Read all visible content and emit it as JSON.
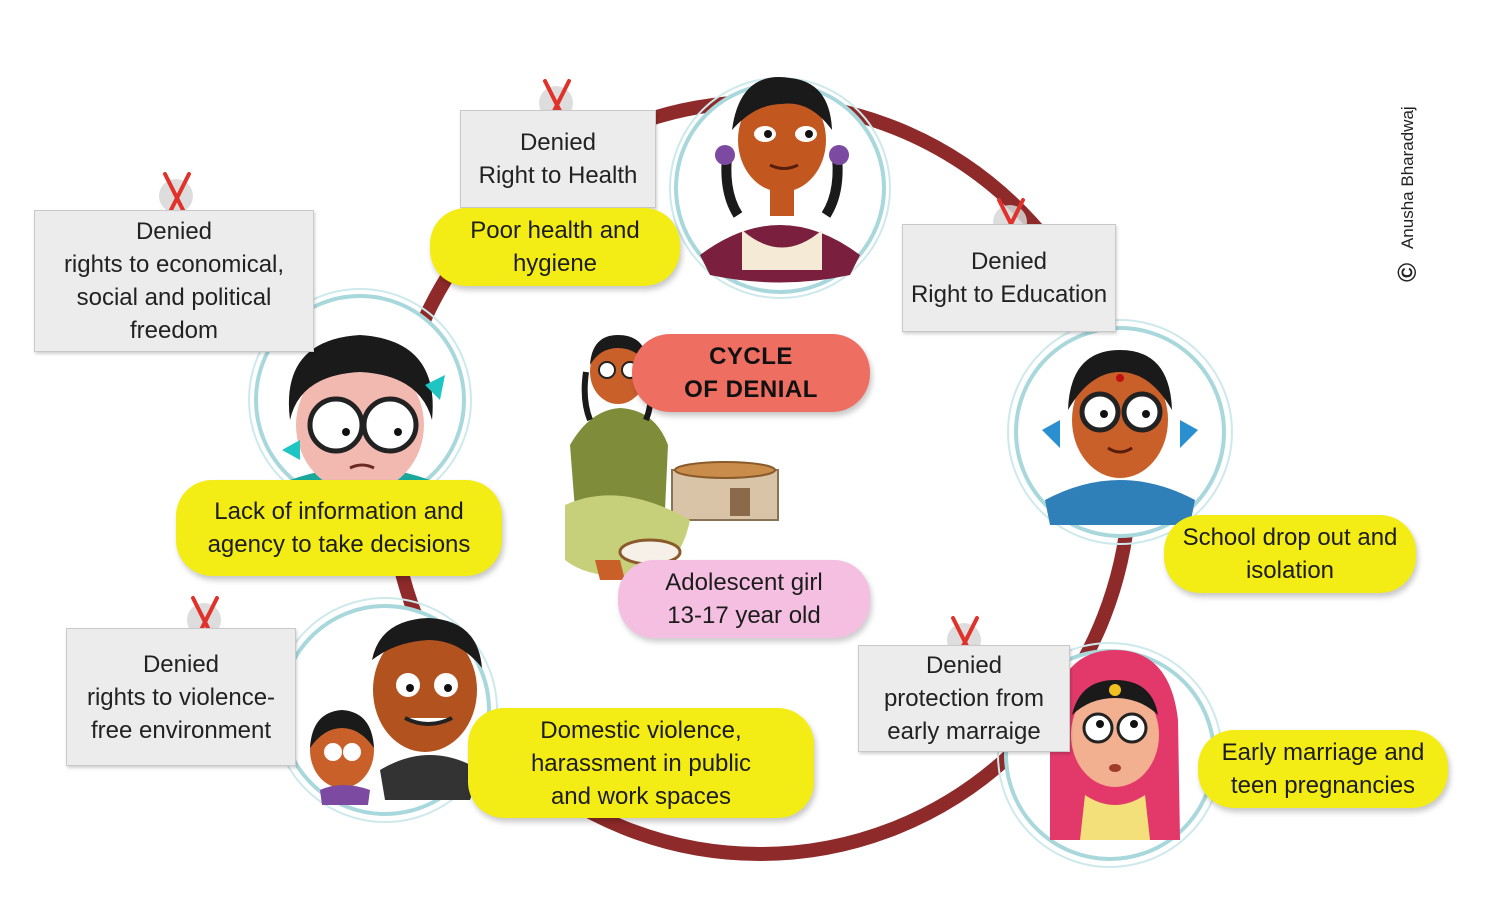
{
  "title_lines": [
    "CYCLE",
    "OF DENIAL"
  ],
  "center_label": [
    "Adolescent girl",
    "13-17 year old"
  ],
  "denied_boxes": [
    {
      "id": "health",
      "lines": [
        "Denied",
        "Right to Health"
      ]
    },
    {
      "id": "economic",
      "lines": [
        "Denied",
        "rights to economical,",
        "social and political",
        "freedom"
      ]
    },
    {
      "id": "education",
      "lines": [
        "Denied",
        "Right to Education"
      ]
    },
    {
      "id": "violence",
      "lines": [
        "Denied",
        "rights to violence-",
        "free environment"
      ]
    },
    {
      "id": "marriage",
      "lines": [
        "Denied",
        "protection from",
        "early marraige"
      ]
    }
  ],
  "consequences": [
    {
      "id": "health",
      "lines": [
        "Poor health and",
        "hygiene"
      ]
    },
    {
      "id": "information",
      "lines": [
        "Lack of information and",
        "agency to take decisions"
      ]
    },
    {
      "id": "school",
      "lines": [
        "School drop out and",
        "isolation"
      ]
    },
    {
      "id": "violence",
      "lines": [
        "Domestic violence,",
        "harassment in public",
        "and work spaces"
      ]
    },
    {
      "id": "marriage",
      "lines": [
        "Early marriage and",
        "teen pregnancies"
      ]
    }
  ],
  "credit": {
    "symbol": "©",
    "author": "Anusha Bharadwaj"
  },
  "colors": {
    "ring": "#8f2a2a",
    "consequence_fill": "#f3ed15",
    "cycle_fill": "#ee6f62",
    "center_fill": "#f4bfe0",
    "denied_fill": "#ececec",
    "cross": "#e0322b",
    "portrait_ring": "#a8d8dc"
  },
  "icons": [
    "cross-mark-icon",
    "girl-portrait",
    "boy-portrait",
    "bride-portrait",
    "cooking-girl-illustration"
  ]
}
